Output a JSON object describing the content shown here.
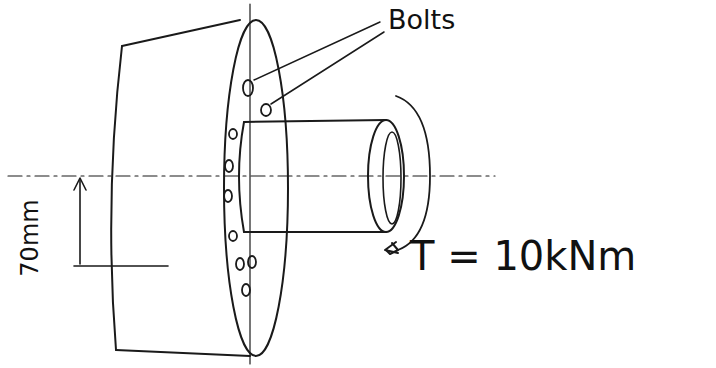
{
  "diagram": {
    "labels": [
      "Bolts",
      "70mm",
      "T = 10kNm"
    ]
  }
}
